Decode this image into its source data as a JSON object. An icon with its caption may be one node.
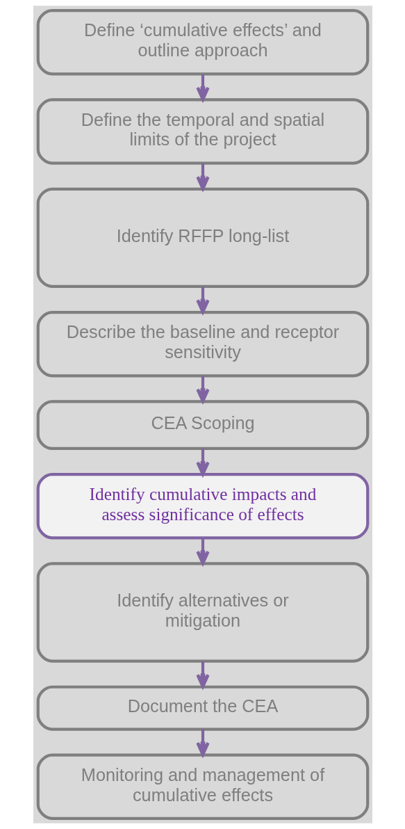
{
  "diagram": {
    "nodes": [
      {
        "text": [
          "Define ‘cumulative effects’ and outline approach"
        ]
      },
      {
        "text": [
          "Define the temporal and spatial limits of the project"
        ]
      },
      {
        "text": [
          "Identify RFFP long-list"
        ]
      },
      {
        "text": [
          "Describe the baseline and receptor sensitivity"
        ]
      },
      {
        "text": [
          "CEA Scoping"
        ]
      },
      {
        "text": [
          "Identify cumulative impacts and assess significance of effects"
        ]
      },
      {
        "text": [
          "Identify alternatives or mitigation"
        ]
      },
      {
        "text": [
          "Document the CEA"
        ]
      },
      {
        "text": [
          "Monitoring and management of cumulative effects"
        ]
      }
    ],
    "edges": [
      {
        "from": 0,
        "to": 1,
        "arrow": "to"
      },
      {
        "from": 1,
        "to": 2,
        "arrow": "to"
      },
      {
        "from": 2,
        "to": 3,
        "arrow": "to"
      },
      {
        "from": 3,
        "to": 4,
        "arrow": "to"
      },
      {
        "from": 4,
        "to": 5,
        "arrow": "to"
      },
      {
        "from": 5,
        "to": 6,
        "arrow": "to"
      },
      {
        "from": 6,
        "to": 7,
        "arrow": "to"
      },
      {
        "from": 7,
        "to": 8,
        "arrow": "to"
      }
    ]
  }
}
